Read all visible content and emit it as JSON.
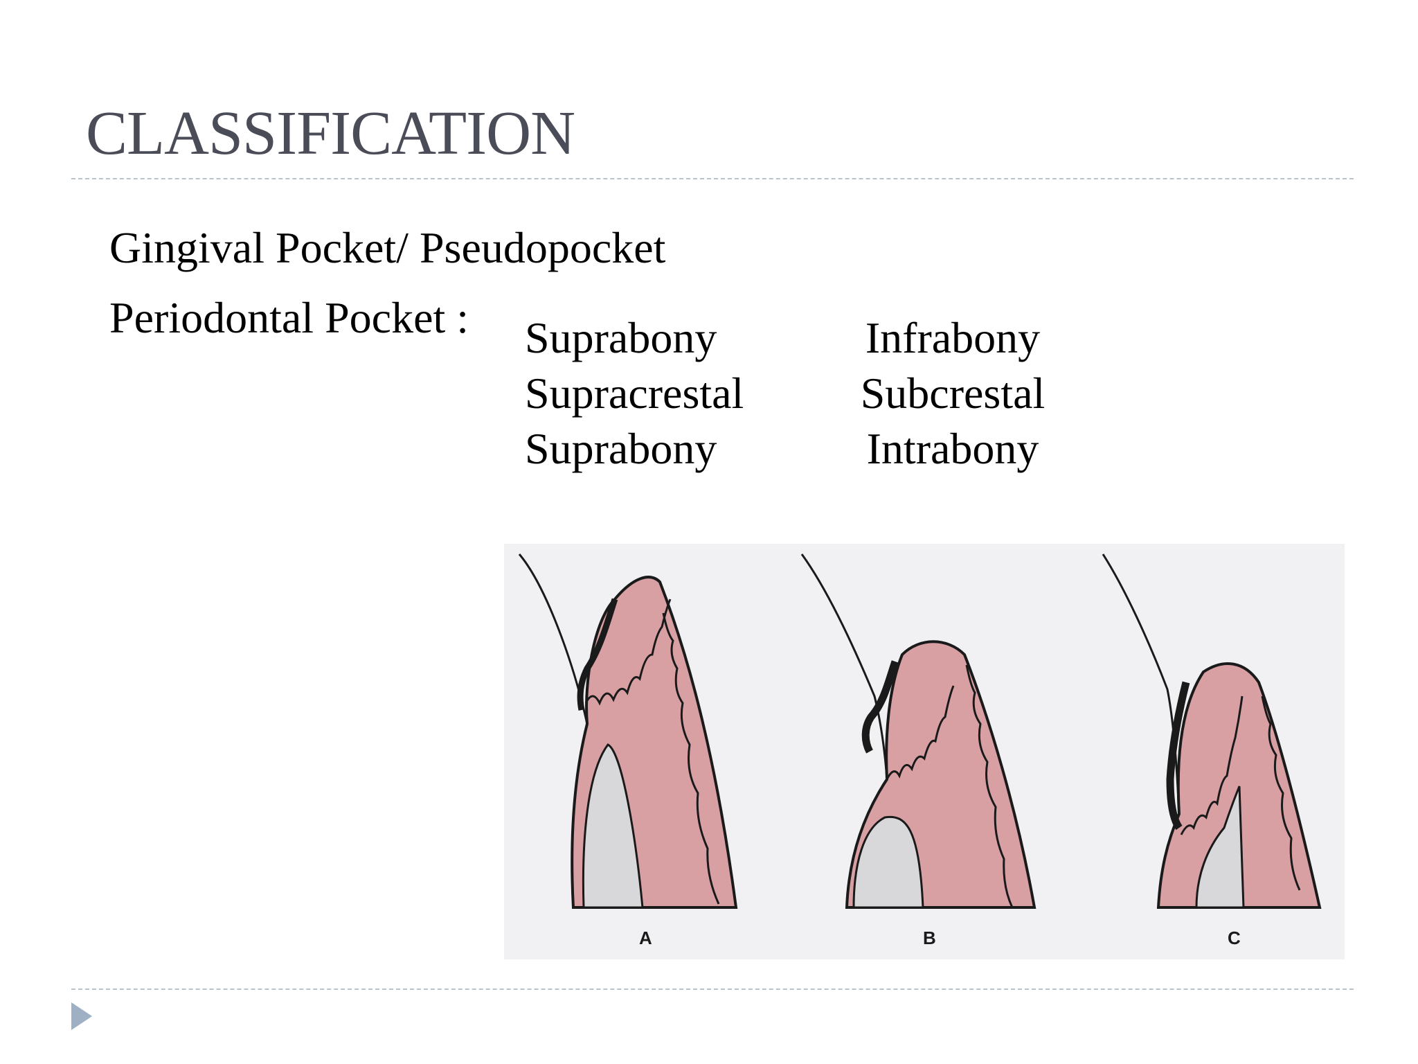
{
  "slide": {
    "title": "CLASSIFICATION",
    "line1": "Gingival Pocket/ Pseudopocket",
    "line2": "Periodontal Pocket :",
    "suprabony_terms": [
      "Suprabony",
      "Supracrestal",
      "Suprabony"
    ],
    "infrabony_terms": [
      "Infrabony",
      "Subcrestal",
      "Intrabony"
    ]
  },
  "figure": {
    "panel_labels": [
      "A",
      "B",
      "C"
    ],
    "colors": {
      "gingiva": "#d9a0a4",
      "gingiva_dark": "#c98a8f",
      "bone": "#d8d8da",
      "outline": "#1a1a1a",
      "background": "#f1f1f3"
    }
  },
  "nav": {
    "icon": "triangle-right-icon",
    "color": "#9fb0c4"
  }
}
